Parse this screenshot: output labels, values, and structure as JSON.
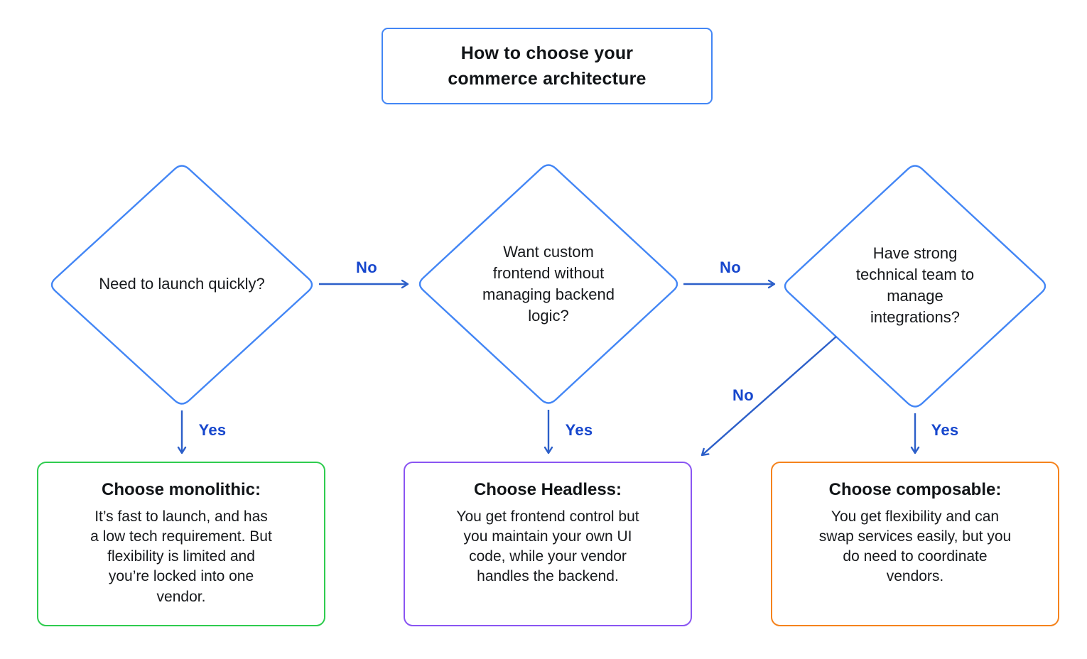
{
  "title": "How to choose your\ncommerce architecture",
  "decisions": [
    {
      "id": "launch-quickly",
      "question": "Need to launch quickly?"
    },
    {
      "id": "custom-frontend",
      "question": "Want custom\nfrontend without\nmanaging backend\nlogic?"
    },
    {
      "id": "technical-team",
      "question": "Have strong\ntechnical team to\nmanage\nintegrations?"
    }
  ],
  "labels": {
    "no_1": "No",
    "no_2": "No",
    "no_3": "No",
    "yes_1": "Yes",
    "yes_2": "Yes",
    "yes_3": "Yes"
  },
  "outcomes": [
    {
      "id": "monolithic",
      "heading": "Choose monolithic:",
      "body": "It’s fast to launch, and has\na low tech requirement. But\nflexibility is limited and\nyou’re locked into one\nvendor.",
      "border_color": "#2fcc4f"
    },
    {
      "id": "headless",
      "heading": "Choose Headless:",
      "body": "You get frontend control but\nyou maintain your own UI\ncode, while your vendor\nhandles the backend.",
      "border_color": "#8a55f2"
    },
    {
      "id": "composable",
      "heading": "Choose composable:",
      "body": "You get flexibility and can\nswap services easily, but you\ndo need to coordinate\nvendors.",
      "border_color": "#f5831d"
    }
  ],
  "colors": {
    "node_outline": "#4386f5",
    "connector": "#2c5fc9",
    "edge_label": "#1747cd",
    "text": "#17191c"
  }
}
